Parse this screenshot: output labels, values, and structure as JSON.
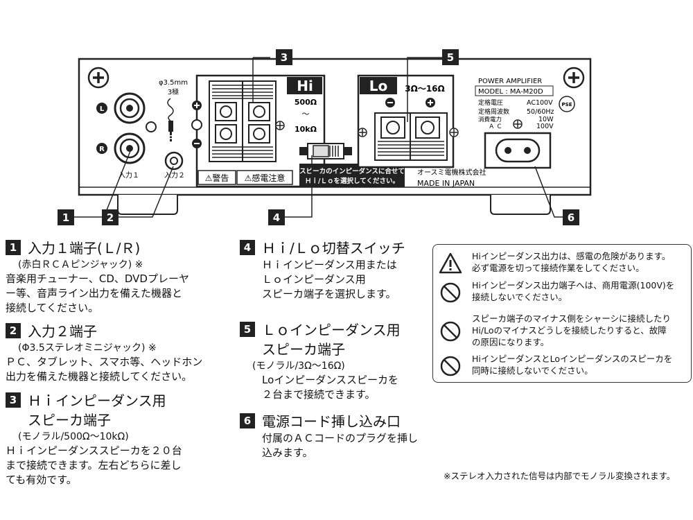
{
  "diagram": {
    "callouts": [
      "1",
      "2",
      "3",
      "4",
      "5",
      "6"
    ],
    "jack_spec": [
      "φ3.5mm",
      "3極"
    ],
    "input1_label": "入力１",
    "input2_label": "入力２",
    "channel_l": "L",
    "channel_r": "R",
    "hi": {
      "title": "Hi",
      "impedance_top": "500Ω",
      "impedance_tilde": "～",
      "impedance_bottom": "10kΩ"
    },
    "lo": {
      "title": "Lo",
      "impedance": "3Ω～16Ω"
    },
    "warning_labels": [
      "⚠警告",
      "⚠感電注意"
    ],
    "switch_note": [
      "スピーカのインピーダンスに合せて",
      "Ｈｉ/Ｌｏを選択してください。"
    ],
    "maker": "オースミ電機株式会社",
    "made_in": "MADE IN JAPAN",
    "plate": {
      "line1": "POWER AMPLIFIER",
      "line2": "MODEL : MA-M20D",
      "rows": [
        [
          "定格電圧",
          "AC100V"
        ],
        [
          "定格周波数",
          "50/60Hz"
        ],
        [
          "消費電力",
          "10W"
        ],
        [
          "Ａ Ｃ",
          "100V"
        ]
      ],
      "pse": "PSE"
    }
  },
  "sections": [
    {
      "num": "1",
      "title": "入力１端子(Ｌ/Ｒ)",
      "sub": "(赤白ＲＣＡピンジャック) ※",
      "body": [
        "音楽用チューナー、CD、DVDプレーヤ",
        "ー等、音声ライン出力を備えた機器と",
        "接続してください。"
      ]
    },
    {
      "num": "2",
      "title": "入力２端子",
      "sub": "(Φ3.5ステレオミニジャック) ※",
      "body": [
        "ＰＣ、タブレット、スマホ等、ヘッドホン",
        "出力を備えた機器と接続してください。"
      ]
    },
    {
      "num": "3",
      "title": "Ｈｉインピーダンス用",
      "title2": "スピーカ端子",
      "sub": "(モノラル/500Ω～10kΩ)",
      "body": [
        "Ｈｉインピーダンススピーカを２０台",
        "まで接続できます。左右どちらに差し",
        "ても有効です。"
      ]
    },
    {
      "num": "4",
      "title": "Ｈｉ/Ｌｏ切替スイッチ",
      "body": [
        "Ｈｉインピーダンス用または",
        "Ｌｏインピーダンス用",
        "スピーカ端子を選択します。"
      ]
    },
    {
      "num": "5",
      "title": "Ｌｏインピーダンス用",
      "title2": "スピーカ端子",
      "sub": "(モノラル/3Ω～16Ω)",
      "body": [
        "Loインピーダンススピーカを",
        "２台まで接続できます。"
      ]
    },
    {
      "num": "6",
      "title": "電源コード挿し込み口",
      "body": [
        "付属のＡＣコードのプラグを挿し",
        "込みます。"
      ]
    }
  ],
  "warnings": [
    {
      "icon": "caution",
      "lines": [
        "Hiインピーダンス出力は、感電の危険があります。",
        "必ず電源を切って接続作業をしてください。"
      ]
    },
    {
      "icon": "prohibit",
      "lines": [
        "Hiインピーダンス出力端子へは、商用電源(100V)を",
        "接続しないでください。"
      ]
    },
    {
      "icon": "prohibit",
      "lines": [
        "スピーカ端子のマイナス側をシャーシに接続したり",
        "Hi/Loのマイナスどうしを接続したりすると、故障",
        "の原因になります。"
      ]
    },
    {
      "icon": "prohibit",
      "lines": [
        "HiインピーダンスとLoインピーダンスのスピーカを",
        "同時に接続しないでください。"
      ]
    }
  ],
  "footnote": "※ステレオ入力された信号は内部でモノラル変換されます。"
}
